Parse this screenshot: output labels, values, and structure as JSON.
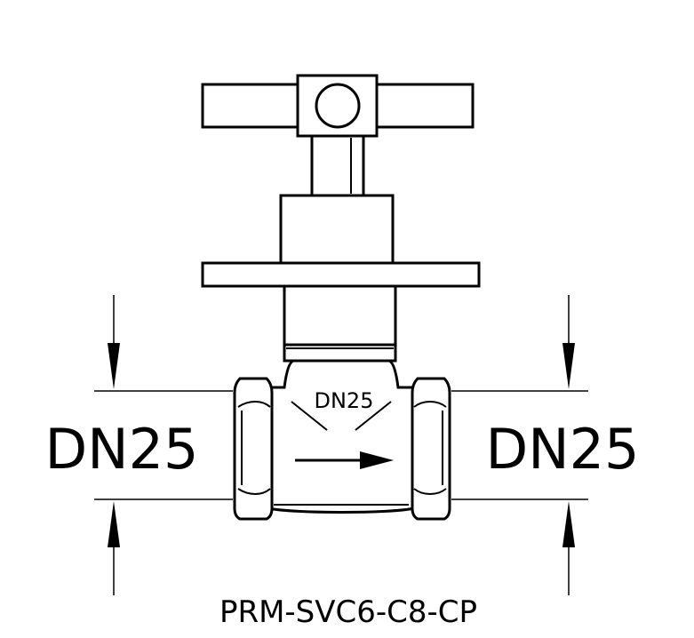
{
  "drawing": {
    "left_dimension_label": "DN25",
    "right_dimension_label": "DN25",
    "body_size_label": "DN25",
    "model_code": "PRM-SVC6-C8-CP"
  },
  "colors": {
    "line": "#000000",
    "background": "#ffffff"
  }
}
